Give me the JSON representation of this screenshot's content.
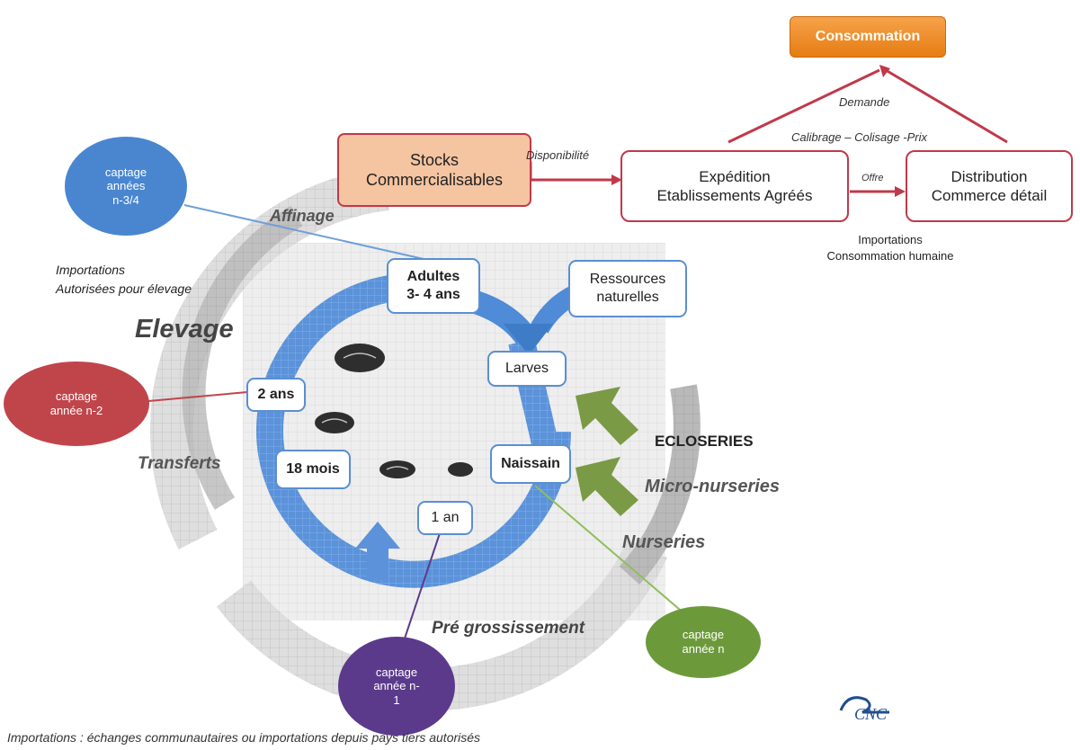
{
  "consommation": "Consommation",
  "demande": "Demande",
  "calibrage": "Calibrage – Colisage -Prix",
  "stocks": {
    "line1": "Stocks",
    "line2": "Commercialisables"
  },
  "disponibilite": "Disponibilité",
  "expedition": {
    "line1": "Expédition",
    "line2": "Etablissements Agréés"
  },
  "offre": "Offre",
  "distribution": {
    "line1": "Distribution",
    "line2": "Commerce détail"
  },
  "importations_conso": {
    "line1": "Importations",
    "line2": "Consommation humaine"
  },
  "importations_elevage": {
    "line1": "Importations",
    "line2": "Autorisées pour élevage"
  },
  "affinage": "Affinage",
  "elevage": "Elevage",
  "transferts": "Transferts",
  "pre_grossissement": "Pré grossissement",
  "ecloseries": "ECLOSERIES",
  "micro_nurseries": "Micro-nurseries",
  "nurseries": "Nurseries",
  "cycle": {
    "adultes": {
      "line1": "Adultes",
      "line2": "3- 4 ans"
    },
    "ressources": {
      "line1": "Ressources",
      "line2": "naturelles"
    },
    "larves": "Larves",
    "naissain": "Naissain",
    "un_an": "1 an",
    "dix_huit_mois": "18 mois",
    "deux_ans": "2 ans"
  },
  "captages": {
    "n34": {
      "line1": "captage",
      "line2": "années",
      "line3": "n-3/4"
    },
    "n2": {
      "line1": "captage",
      "line2": "année n-2"
    },
    "n1": {
      "line1": "captage",
      "line2": "année n-",
      "line3": "1"
    },
    "n": {
      "line1": "captage",
      "line2": "année n"
    }
  },
  "footer": "Importations : échanges communautaires ou importations depuis pays tiers autorisés",
  "logo_text": "CNC",
  "colors": {
    "orange": "#f08a24",
    "red_border": "#c0394a",
    "blue": "#4f8bd6",
    "captage_blue": "#4a86d0",
    "captage_red": "#c0454a",
    "captage_purple": "#5b3a8c",
    "captage_green": "#6c9a3a",
    "green_arrow": "#7a9a45"
  }
}
